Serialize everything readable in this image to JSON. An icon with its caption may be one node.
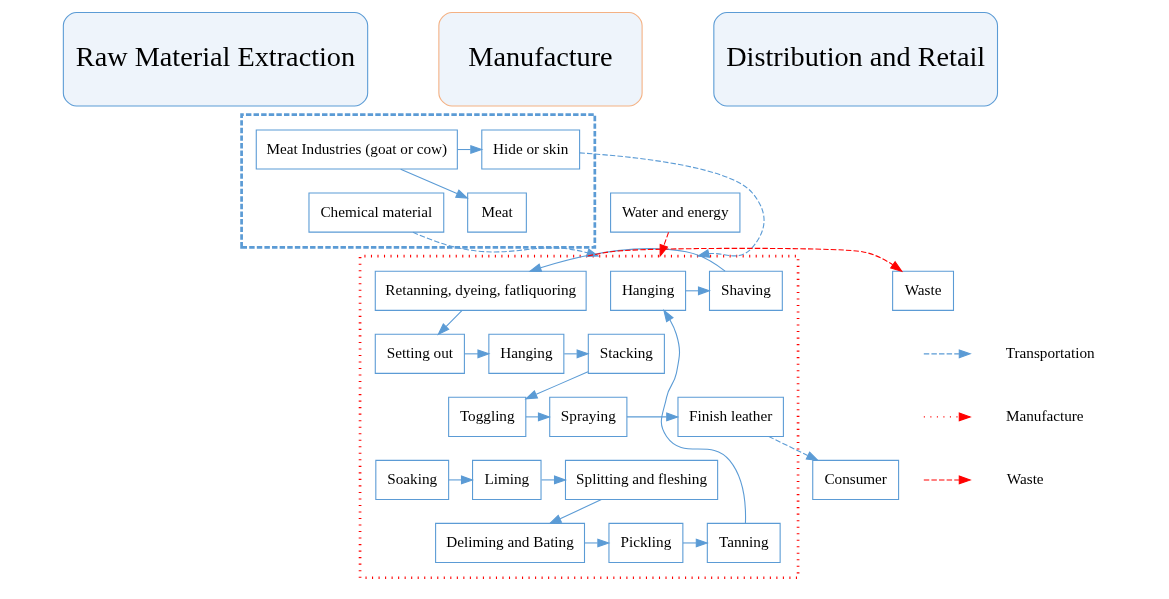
{
  "diagram": {
    "nodes": [
      {
        "text": [
          "Raw Material Extraction"
        ]
      },
      {
        "text": [
          "Manufacture"
        ]
      },
      {
        "text": [
          "Distribution and Retail"
        ]
      },
      {
        "text": [],
        "shape": "box"
      },
      {
        "text": [
          "Meat Industries (goat or cow)"
        ],
        "in": 3
      },
      {
        "text": [
          "Hide or skin"
        ],
        "in": 3
      },
      {
        "text": [
          "Chemical material"
        ],
        "in": 3
      },
      {
        "text": [
          "Meat"
        ],
        "in": 3
      },
      {
        "text": [],
        "shape": "box"
      },
      {
        "text": [
          "Soaking"
        ],
        "in": 8
      },
      {
        "text": [
          "Liming"
        ],
        "in": 8
      },
      {
        "text": [
          "Splitting and fleshing"
        ],
        "in": 8
      },
      {
        "text": [
          "Tanning"
        ],
        "in": 8
      },
      {
        "text": [
          "Pickling"
        ],
        "in": 8
      },
      {
        "text": [
          "Deliming and Bating"
        ],
        "in": 8
      },
      {
        "text": [
          "Hanging"
        ],
        "in": 8
      },
      {
        "text": [
          "Shaving"
        ],
        "in": 8
      },
      {
        "text": [
          "Retanning, dyeing, fatliquoring"
        ],
        "in": 8
      },
      {
        "text": [
          "Stacking"
        ],
        "in": 8
      },
      {
        "text": [
          "Hanging"
        ],
        "in": 8
      },
      {
        "text": [
          "Setting out"
        ],
        "in": 8
      },
      {
        "text": [
          "Toggling"
        ],
        "in": 8
      },
      {
        "text": [
          "Spraying"
        ],
        "in": 8
      },
      {
        "text": [
          "Finish leather"
        ],
        "in": 8
      },
      {
        "text": [
          "Consumer"
        ]
      },
      {
        "text": [
          "Waste"
        ]
      },
      {
        "text": [
          "Water and energy"
        ]
      }
    ],
    "edges": [
      {
        "from": 4,
        "to": 5,
        "arrow": "to"
      },
      {
        "from": 4,
        "to": 7,
        "arrow": "to"
      },
      {
        "from": 5,
        "to": 8,
        "arrow": "to",
        "style": "dashed"
      },
      {
        "from": 6,
        "to": 8,
        "arrow": "to",
        "style": "dashed"
      },
      {
        "from": 9,
        "to": 10,
        "arrow": "to"
      },
      {
        "from": 10,
        "to": 11,
        "arrow": "to"
      },
      {
        "from": 11,
        "to": 14,
        "arrow": "to"
      },
      {
        "from": 14,
        "to": 13,
        "arrow": "to"
      },
      {
        "from": 13,
        "to": 12,
        "arrow": "to"
      },
      {
        "from": 12,
        "to": 15,
        "arrow": "to"
      },
      {
        "from": 15,
        "to": 16,
        "arrow": "to"
      },
      {
        "from": 16,
        "to": 17,
        "arrow": "to"
      },
      {
        "from": 17,
        "to": 20,
        "arrow": "to"
      },
      {
        "from": 20,
        "to": 19,
        "arrow": "to"
      },
      {
        "from": 19,
        "to": 18,
        "arrow": "to"
      },
      {
        "from": 18,
        "to": 21,
        "arrow": "to"
      },
      {
        "from": 21,
        "to": 22,
        "arrow": "to"
      },
      {
        "from": 22,
        "to": 23,
        "arrow": "to"
      },
      {
        "from": 23,
        "to": 24,
        "arrow": "to",
        "style": "dashed"
      },
      {
        "from": 8,
        "to": 25,
        "arrow": "to",
        "style": "dashed",
        "color": "#ff0000"
      },
      {
        "from": 26,
        "to": 8,
        "arrow": "to",
        "style": "dashed",
        "color": "#ff0000"
      }
    ],
    "legend": [
      {
        "text": "Transportation"
      },
      {
        "text": "Manufacture"
      },
      {
        "text": "Waste"
      }
    ]
  }
}
